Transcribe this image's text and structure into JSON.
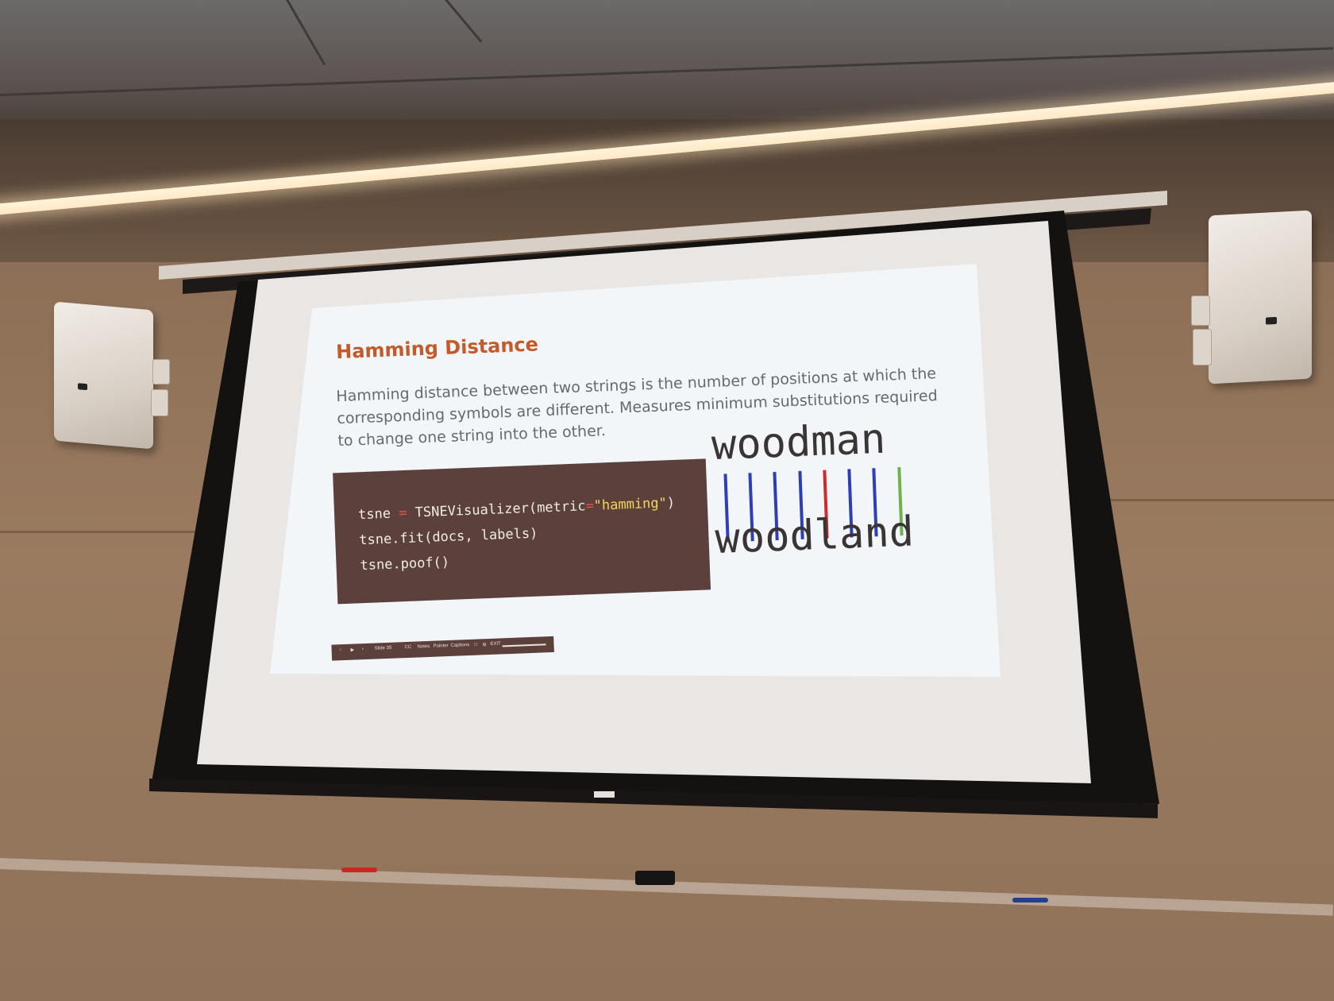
{
  "slide": {
    "title": "Hamming Distance",
    "body": "Hamming distance between two strings is the number of positions at which the corresponding symbols are different. Measures minimum substitutions required to change one string into the other.",
    "code": {
      "line1_a": "tsne",
      "line1_eq": " = ",
      "line1_b": "TSNEVisualizer(metric",
      "line1_eq2": "=",
      "line1_str": "\"hamming\"",
      "line1_c": ")",
      "line2": "tsne.fit(docs, labels)",
      "line3": "tsne.poof()"
    },
    "word_top": "woodman",
    "word_bottom": "woodland",
    "bar_colors": [
      "#2e3fb5",
      "#2e3fb5",
      "#2e3fb5",
      "#2e3fb5",
      "#d12a2a",
      "#2e3fb5",
      "#2e3fb5",
      "#6fb24a"
    ],
    "controls": {
      "slide_label": "Slide 35",
      "cc": "CC",
      "notes": "Notes",
      "pointer": "Pointer",
      "captions": "Captions",
      "exit": "EXIT"
    }
  },
  "colors": {
    "title": "#c25a2a",
    "code_bg": "#5b403b",
    "slide_bg": "#f2f6f9"
  }
}
